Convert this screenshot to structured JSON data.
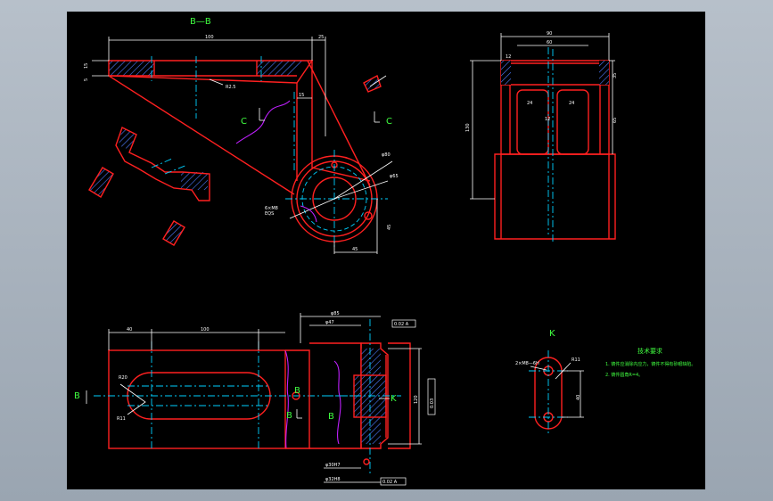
{
  "views": {
    "section_bb": "B—B",
    "section_c_left": "C",
    "section_c_right": "C",
    "view_k": "K",
    "label_b_left": "B",
    "label_b_mid": "B",
    "label_b_low": "B",
    "label_b_low2": "B",
    "label_k_arrow": "K"
  },
  "dims_top_left": {
    "d100": "100",
    "d25": "25",
    "d15a": "15",
    "d5": "5",
    "r25": "R2.5",
    "d15b": "15",
    "phi80": "φ80",
    "phi65": "φ65",
    "d45": "45",
    "d45b": "45",
    "note_a": "6×M8",
    "note_b": "EQS"
  },
  "dims_top_right": {
    "d90": "90",
    "d60": "60",
    "d12": "12",
    "d24a": "24",
    "d24b": "24",
    "d12b": "12",
    "d35": "35",
    "d65": "65",
    "d130": "130"
  },
  "dims_bottom_left": {
    "d40": "40",
    "d100": "100",
    "r20": "R20",
    "r11": "R11"
  },
  "dims_bottom_mid": {
    "phi85": "φ85",
    "phi47": "φ47",
    "tol_top": "0.02 A",
    "tol_side": "0.03",
    "tol_bottom": "0.02 A",
    "d120": "120",
    "phi30": "φ30H7",
    "phi32": "φ32H8"
  },
  "view_k_dims": {
    "thread": "2×M8—6H",
    "r11": "R11",
    "d40": "40"
  },
  "notes": {
    "title": "技术要求",
    "line1": "1. 铸件应消除内应力，铸件不得有砂眼缺陷。",
    "line2": "2. 铸件圆角R=4。"
  }
}
